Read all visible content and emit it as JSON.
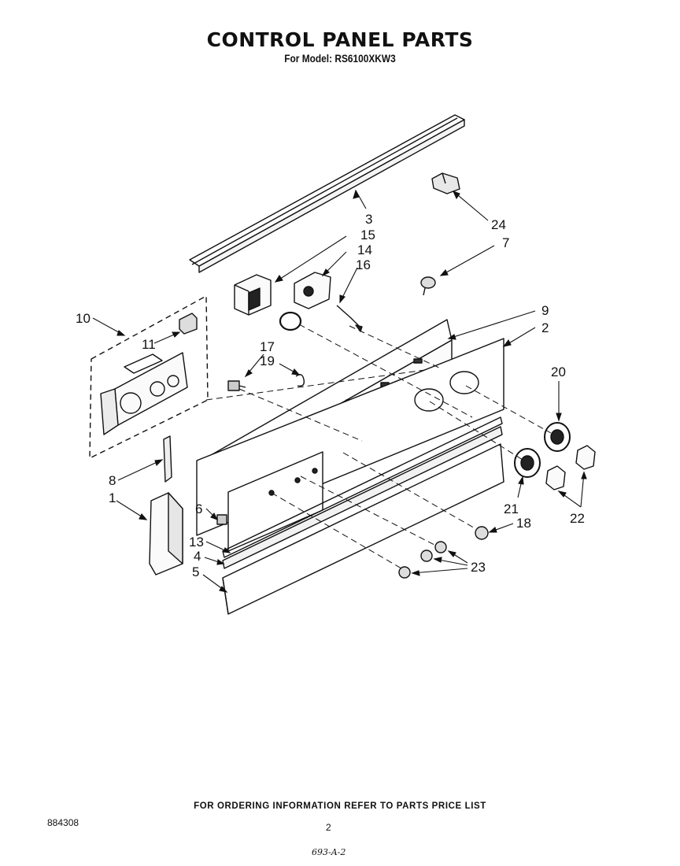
{
  "header": {
    "title": "CONTROL PANEL PARTS",
    "subtitle": "For Model: RS6100XKW3"
  },
  "callouts": [
    "1",
    "2",
    "3",
    "4",
    "5",
    "6",
    "7",
    "8",
    "9",
    "10",
    "11",
    "13",
    "14",
    "15",
    "16",
    "17",
    "18",
    "19",
    "20",
    "21",
    "22",
    "23",
    "24"
  ],
  "footer": {
    "ordering_note": "FOR ORDERING INFORMATION REFER TO PARTS PRICE LIST",
    "document_number": "884308",
    "page_number": "2",
    "handwritten_code": "693-A-2"
  }
}
